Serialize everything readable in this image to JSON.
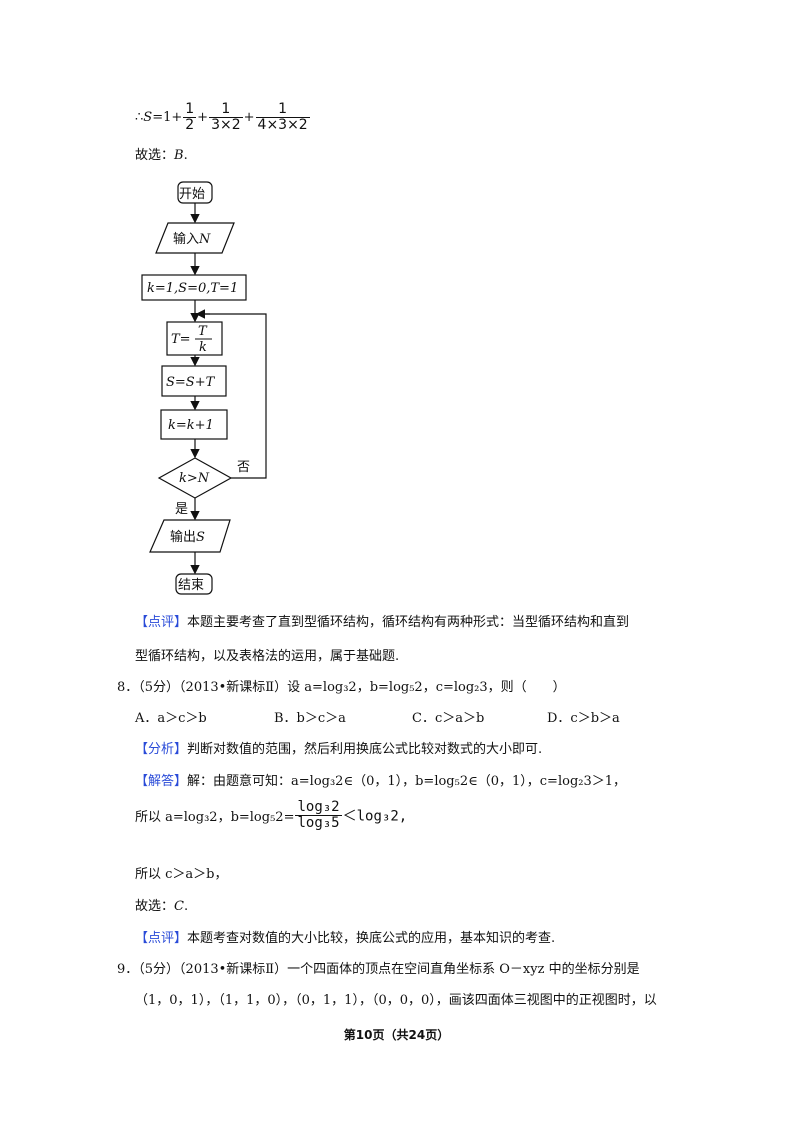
{
  "sum_line": {
    "lead": "∴",
    "S": "S",
    "eq": "=1+",
    "f1_num": "1",
    "f1_den": "2",
    "plus1": "+",
    "f2_num": "1",
    "f2_den": "3×2",
    "plus2": "+",
    "f3_num": "1",
    "f3_den": "4×3×2"
  },
  "choose_b": {
    "prefix": "故选：",
    "answer": "B",
    "suffix": "."
  },
  "flowchart": {
    "start": "开始",
    "input_text": "输入",
    "input_var": "N",
    "init": "k=1,S=0,T=1",
    "t_left": "T=",
    "t_num": "T",
    "t_den": "k",
    "s_update": "S=S+T",
    "k_update": "k=k+1",
    "cond": "k>N",
    "no": "否",
    "yes": "是",
    "output_text": "输出",
    "output_var": "S",
    "end": "结束"
  },
  "comment7": {
    "tag": "【点评】",
    "line1": "本题主要考查了直到型循环结构，循环结构有两种形式：当型循环结构和直到",
    "line2": "型循环结构，以及表格法的运用，属于基础题."
  },
  "q8": {
    "stem": "8．（5分）（2013•新课标Ⅱ）设 a=log₃2，b=log₅2，c=log₂3，则（　　）",
    "options": [
      "A．a＞c＞b",
      "B．b＞c＞a",
      "C．c＞a＞b",
      "D．c＞b＞a"
    ]
  },
  "analysis8": {
    "tag": "【分析】",
    "text": "判断对数值的范围，然后利用换底公式比较对数式的大小即可."
  },
  "answer8": {
    "tag": "【解答】",
    "text": "解：由题意可知：a=log₃2∈（0，1），b=log₅2∈（0，1），c=log₂3＞1，"
  },
  "line_ab": {
    "prefix": "所以 a=log₃2，b=log₅2=",
    "num": "log₃2",
    "den": "log₃5",
    "rest": "＜log₃2,"
  },
  "line_cab": "所以 c＞a＞b，",
  "choose_c": {
    "prefix": "故选：",
    "answer": "C",
    "suffix": "."
  },
  "comment8": {
    "tag": "【点评】",
    "text": "本题考查对数值的大小比较，换底公式的应用，基本知识的考查."
  },
  "q9": {
    "line1": "9．（5分）（2013•新课标Ⅱ）一个四面体的顶点在空间直角坐标系 O－xyz 中的坐标分别是",
    "line2": "（1，0，1），（1，1，0），（0，1，1），（0，0，0），画该四面体三视图中的正视图时，以"
  },
  "footer": "第10页（共24页）"
}
